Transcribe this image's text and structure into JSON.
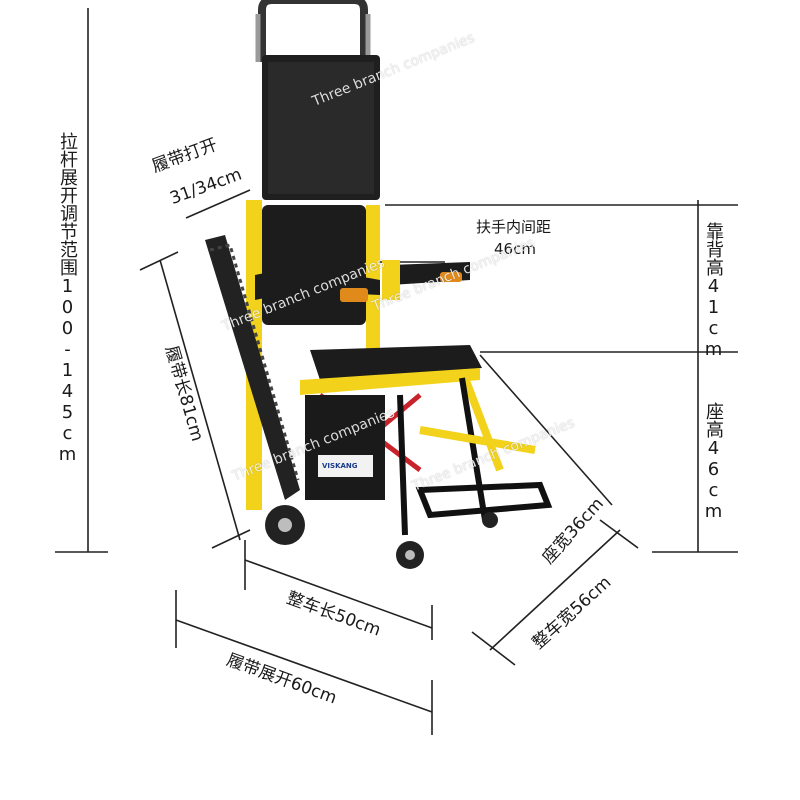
{
  "dimensions": {
    "handle_extension": "拉杆展开调节范围100-145cm",
    "track_open": "履带打开",
    "track_open_value": "31/34cm",
    "armrest_inner": "扶手内间距",
    "armrest_inner_value": "46cm",
    "backrest_height": "靠背高41cm",
    "seat_height": "座高46cm",
    "track_length": "履带长81cm",
    "seat_width": "座宽36cm",
    "total_length": "整车长50cm",
    "total_width": "整车宽56cm",
    "track_spread": "履带展开60cm"
  },
  "brand_label": "VISKANG",
  "watermarks": [
    "Three branch companies",
    "Three branch companies",
    "Three branch companies",
    "Three branch companies",
    "Three branch companies"
  ],
  "colors": {
    "frame_yellow": "#f2d21a",
    "upholstery": "#1c1c1c",
    "cross_brace": "#c8232b",
    "line": "#222222"
  }
}
